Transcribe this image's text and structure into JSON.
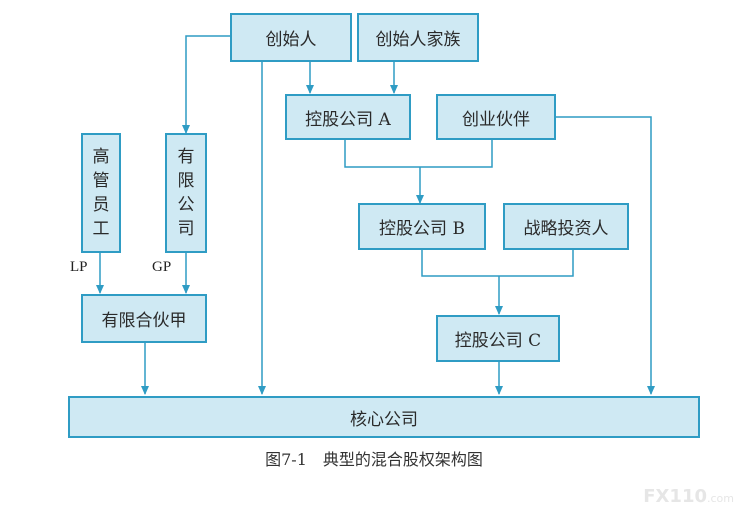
{
  "colors": {
    "box_fill": "#cfe9f3",
    "box_border": "#2f9cc4",
    "line": "#2f9cc4"
  },
  "nodes": {
    "founder": "创始人",
    "founder_family": "创始人家族",
    "holding_a": "控股公司 A",
    "venture_partner": "创业伙伴",
    "executives": [
      "高",
      "管",
      "员",
      "工"
    ],
    "limited_company": [
      "有",
      "限",
      "公",
      "司"
    ],
    "holding_b": "控股公司 B",
    "strategic_investor": "战略投资人",
    "limited_partnership": "有限合伙甲",
    "holding_c": "控股公司 C",
    "core_company": "核心公司"
  },
  "labels": {
    "lp": "LP",
    "gp": "GP"
  },
  "caption": "图7-1　典型的混合股权架构图",
  "watermark": {
    "brand": "FX110",
    "domain": ".com"
  }
}
